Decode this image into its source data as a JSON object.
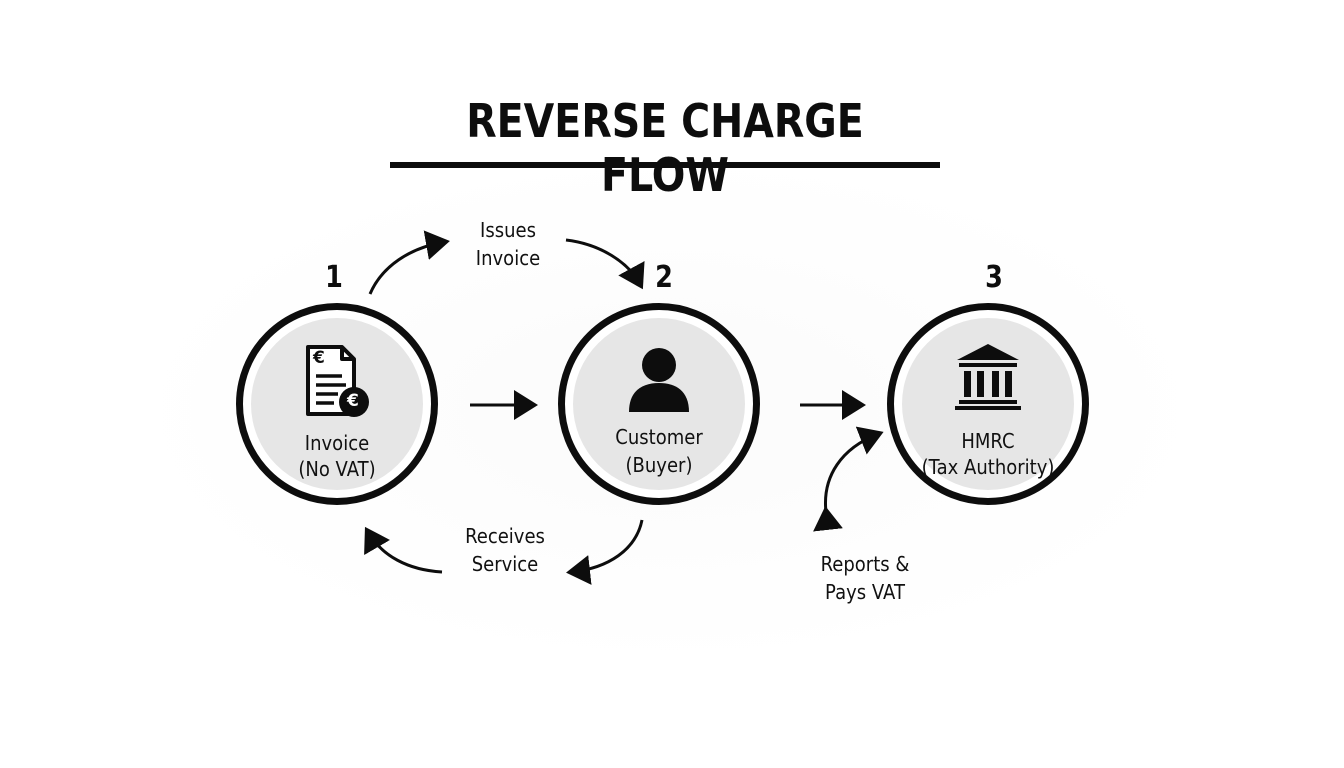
{
  "title": "REVERSE CHARGE FLOW",
  "nodes": [
    {
      "number": "1",
      "label_line1": "Invoice",
      "label_line2": "(No VAT)",
      "icon": "invoice-euro-icon"
    },
    {
      "number": "2",
      "label_line1": "Customer",
      "label_line2": "(Buyer)",
      "icon": "person-icon"
    },
    {
      "number": "3",
      "label_line1": "HMRC",
      "label_line2": "(Tax Authority)",
      "icon": "government-building-icon"
    }
  ],
  "edge_labels": {
    "issues_line1": "Issues",
    "issues_line2": "Invoice",
    "receives_line1": "Receives",
    "receives_line2": "Service",
    "reports_line1": "Reports &",
    "reports_line2": "Pays VAT"
  },
  "icon_symbols": {
    "euro": "€"
  },
  "colors": {
    "ink": "#0d0d0d",
    "node_fill": "#e6e6e6",
    "background": "#ffffff"
  }
}
